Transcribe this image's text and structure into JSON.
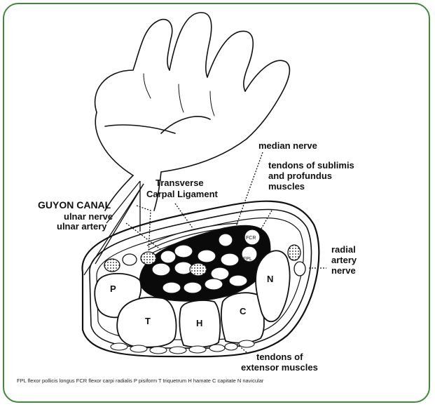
{
  "frame_color": "#3f8a3a",
  "labels": {
    "median_nerve": "median nerve",
    "tendons_sublimis_1": "tendons of sublimis",
    "tendons_sublimis_2": "and profundus",
    "tendons_sublimis_3": "muscles",
    "transverse_1": "Transverse",
    "transverse_2": "Carpal Ligament",
    "guyon_canal": "GUYON CANAL",
    "ulnar_nerve": "ulnar nerve",
    "ulnar_artery": "ulnar artery",
    "radial_1": "radial",
    "radial_2": "artery",
    "radial_3": "nerve",
    "extensor_1": "tendons of",
    "extensor_2": "extensor muscles"
  },
  "bones": {
    "p": "P",
    "t": "T",
    "h": "H",
    "c": "C",
    "n": "N"
  },
  "tendon_tags": {
    "fcr": "FCR",
    "fpl": "FPL"
  },
  "legend": "FPL  flexor pollicis longus  FCR  flexor carpi radialis  P  pisiform  T  triquetrum  H  hamate  C  capitate  N  navicular"
}
